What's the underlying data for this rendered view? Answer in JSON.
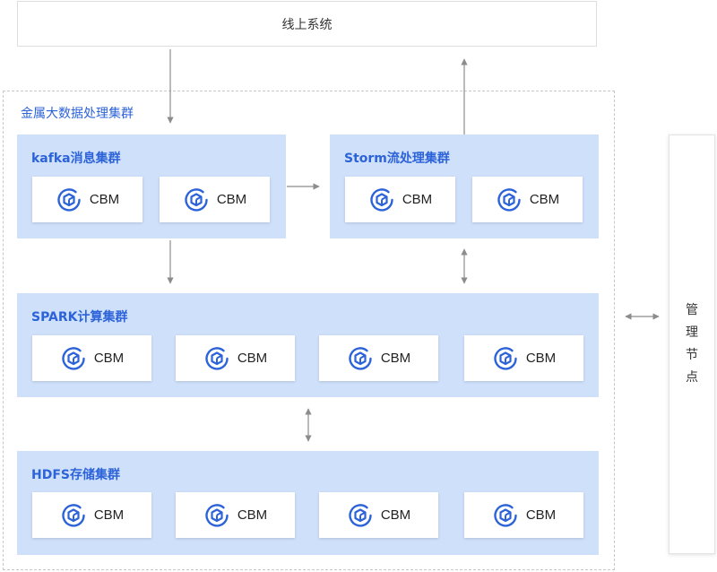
{
  "online_system": {
    "label": "线上系统"
  },
  "metal_cluster": {
    "title": "金属大数据处理集群"
  },
  "clusters": {
    "kafka": {
      "title": "kafka消息集群",
      "nodes": [
        "CBM",
        "CBM"
      ]
    },
    "storm": {
      "title": "Storm流处理集群",
      "nodes": [
        "CBM",
        "CBM"
      ]
    },
    "spark": {
      "title": "SPARK计算集群",
      "nodes": [
        "CBM",
        "CBM",
        "CBM",
        "CBM"
      ]
    },
    "hdfs": {
      "title": "HDFS存储集群",
      "nodes": [
        "CBM",
        "CBM",
        "CBM",
        "CBM"
      ]
    }
  },
  "management_node": {
    "chars": [
      "管",
      "理",
      "节",
      "点"
    ]
  },
  "colors": {
    "accent": "#2d63d8",
    "cluster_bg": "#cfe0fb",
    "arrow": "#8c8c8c",
    "icon": "#2d63d8"
  },
  "icons": {
    "node_icon": "cbm-icon"
  }
}
